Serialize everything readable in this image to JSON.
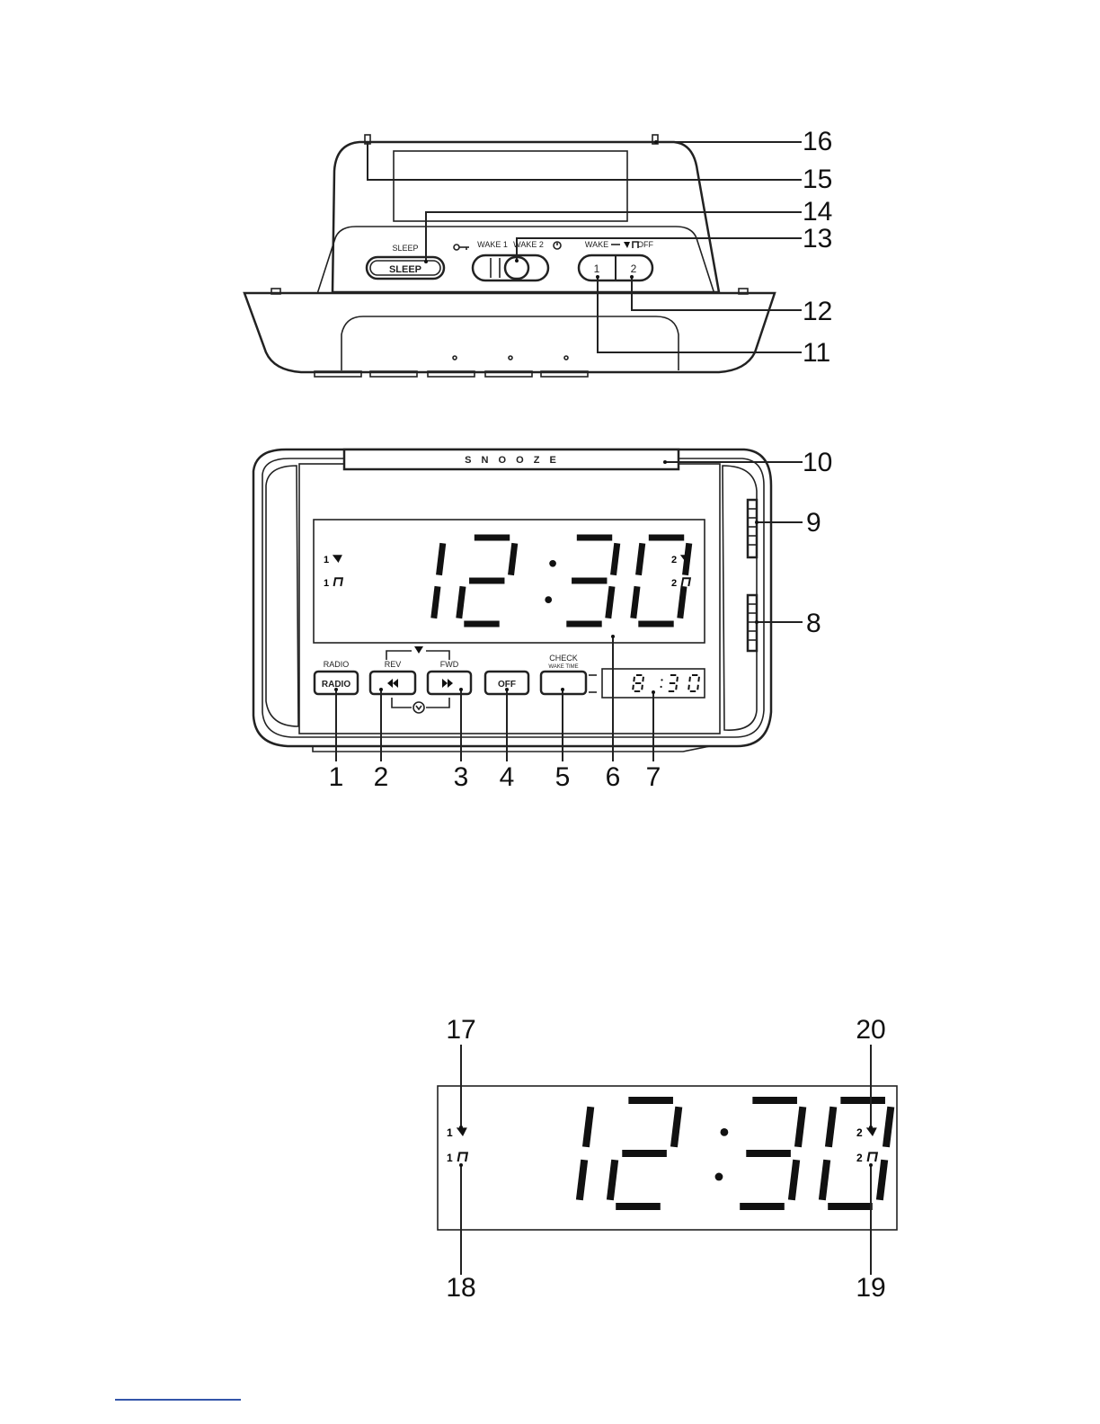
{
  "figure_top": {
    "switch_labels": {
      "sleep_top": "SLEEP",
      "sleep_button": "SLEEP",
      "wake1": "WAKE 1",
      "wake2": "WAKE 2",
      "wake_mode": "WAKE",
      "off": "OFF",
      "btn1": "1",
      "btn2": "2"
    },
    "callouts": [
      "16",
      "15",
      "14",
      "13",
      "12",
      "11"
    ]
  },
  "figure_front": {
    "snooze_label": "S  N  O  O  Z  E",
    "main_time": "12:30",
    "indicators_left": [
      "1",
      "1"
    ],
    "indicators_right": [
      "2",
      "2"
    ],
    "buttons": {
      "radio_top": "RADIO",
      "radio": "RADIO",
      "rev": "REV",
      "fwd": "FWD",
      "off": "OFF",
      "check": "CHECK",
      "wake_time": "WAKE TIME"
    },
    "small_display": "8:30",
    "callouts_right": [
      "10",
      "9",
      "8"
    ],
    "callouts_bottom": [
      "1",
      "2",
      "3",
      "4",
      "5",
      "6",
      "7"
    ]
  },
  "figure_display": {
    "main_time": "12:30",
    "indicators_left": [
      "1",
      "1"
    ],
    "indicators_right": [
      "2",
      "2"
    ],
    "callouts": [
      "17",
      "18",
      "19",
      "20"
    ]
  },
  "icons": [
    "bell-icon",
    "music-note-icon",
    "key-icon",
    "alarm-clock-icon",
    "clock-icon"
  ]
}
